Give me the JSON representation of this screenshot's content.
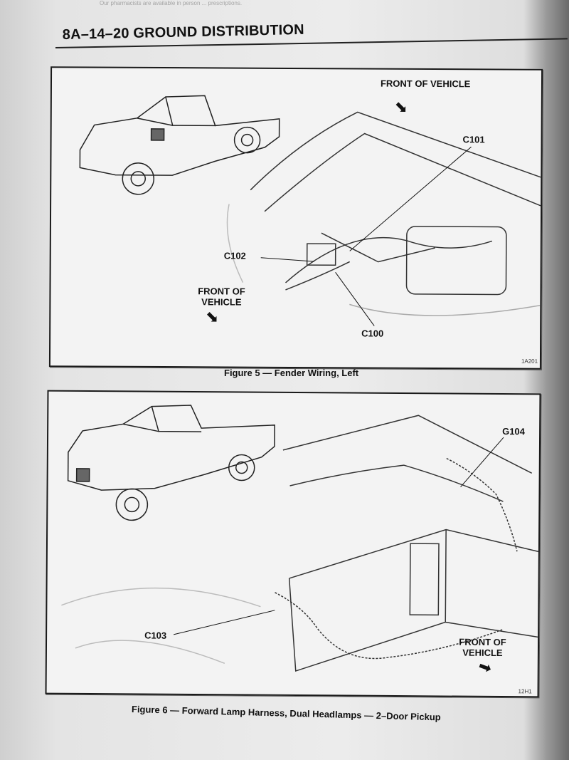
{
  "page": {
    "bleed_text": "Our pharmacists are available in person ... prescriptions.",
    "header": "8A–14–20  GROUND DISTRIBUTION"
  },
  "figure5": {
    "caption": "Figure 5 — Fender Wiring, Left",
    "code": "1A201",
    "labels": {
      "front_top": "FRONT OF VEHICLE",
      "c101": "C101",
      "c102": "C102",
      "front_left": "FRONT OF VEHICLE",
      "c100": "C100"
    },
    "arrow_icon": "arrow-down-right-icon"
  },
  "figure6": {
    "caption": "Figure 6 — Forward Lamp Harness, Dual Headlamps — 2–Door Pickup",
    "code": "12H1",
    "labels": {
      "g104": "G104",
      "c103": "C103",
      "front": "FRONT OF VEHICLE"
    },
    "arrow_icon": "arrow-down-right-icon"
  }
}
